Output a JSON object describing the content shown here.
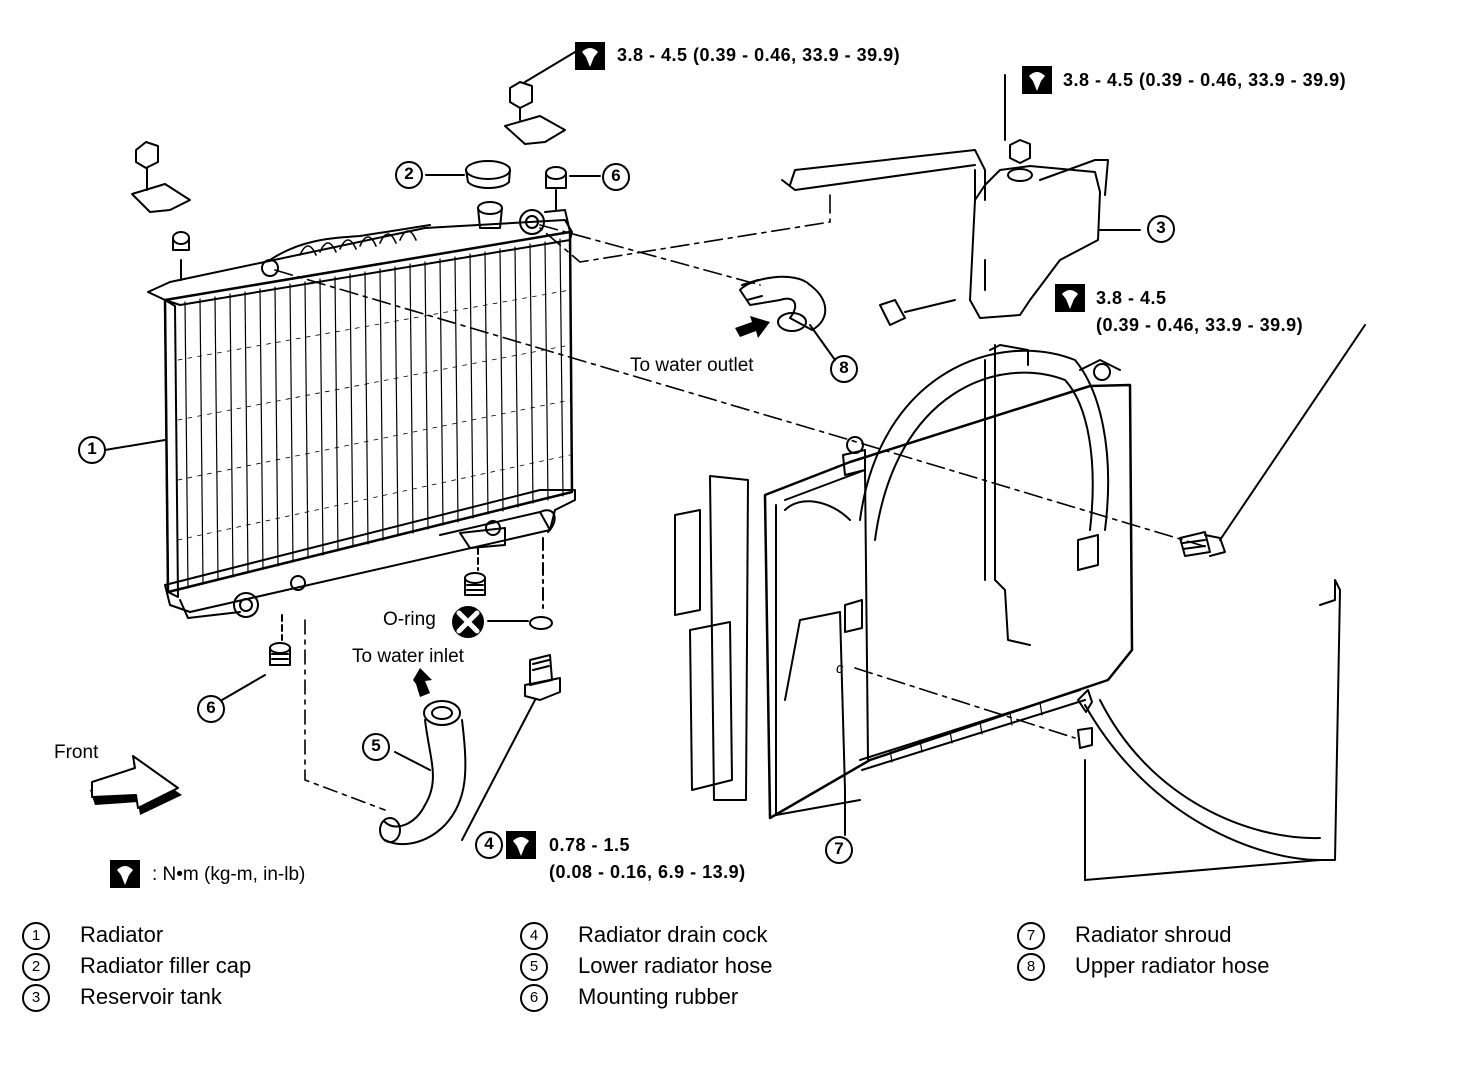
{
  "callouts": {
    "c1": "1",
    "c2": "2",
    "c3": "3",
    "c4": "4",
    "c5": "5",
    "c6a": "6",
    "c6b": "6",
    "c7": "7",
    "c8": "8"
  },
  "torque": {
    "top_center": "3.8 - 4.5 (0.39 - 0.46, 33.9 - 39.9)",
    "top_right": "3.8 - 4.5 (0.39 - 0.46, 33.9 - 39.9)",
    "right_line1": "3.8 - 4.5",
    "right_line2": "(0.39 - 0.46, 33.9 - 39.9)",
    "drain_line1": "0.78 - 1.5",
    "drain_line2": "(0.08 - 0.16, 6.9 - 13.9)",
    "unit_key": ": N•m (kg-m, in-lb)"
  },
  "annotations": {
    "water_outlet": "To water outlet",
    "water_inlet": "To water inlet",
    "o_ring": "O-ring",
    "front": "Front",
    "shroud_c": "c"
  },
  "legend": [
    {
      "num": "1",
      "label": "Radiator"
    },
    {
      "num": "2",
      "label": "Radiator filler cap"
    },
    {
      "num": "3",
      "label": "Reservoir tank"
    },
    {
      "num": "4",
      "label": "Radiator drain cock"
    },
    {
      "num": "5",
      "label": "Lower radiator hose"
    },
    {
      "num": "6",
      "label": "Mounting rubber"
    },
    {
      "num": "7",
      "label": "Radiator shroud"
    },
    {
      "num": "8",
      "label": "Upper radiator hose"
    }
  ],
  "icons": [
    "torque-wrench-icon",
    "front-arrow-icon",
    "o-ring-replace-icon",
    "flow-arrow-icon"
  ]
}
